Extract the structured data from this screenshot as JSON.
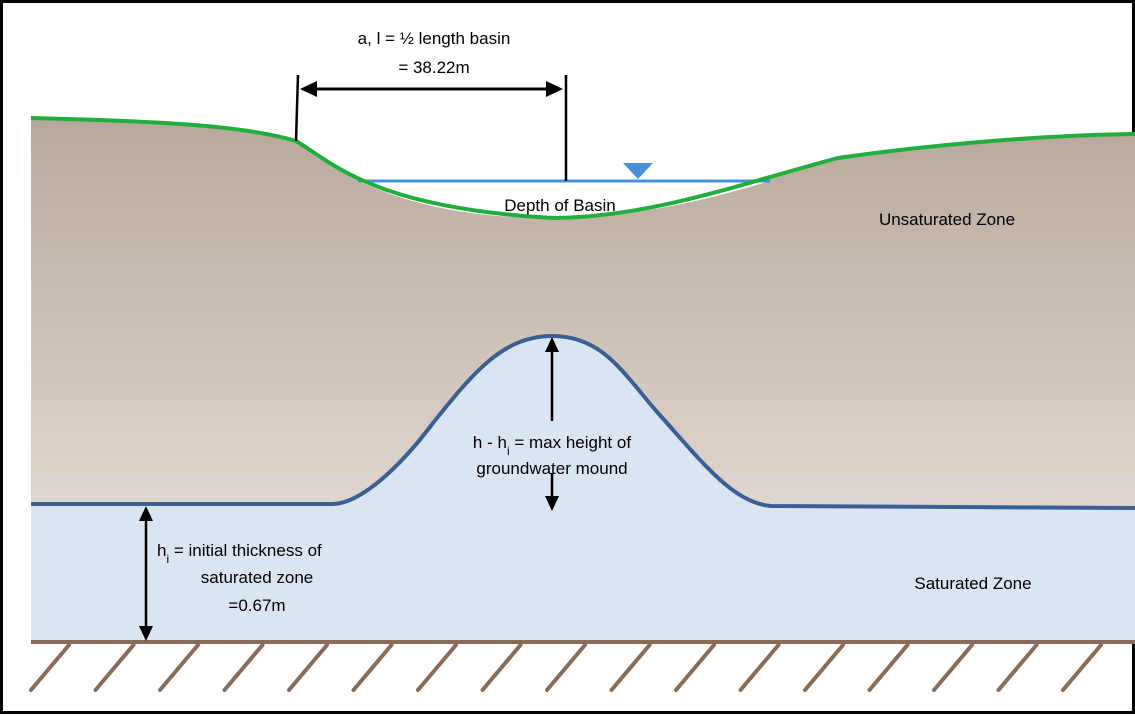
{
  "basin_dimension": {
    "line1": "a, l = ½ length basin",
    "line2": "= 38.22m"
  },
  "basin_depth_label": "Depth of Basin",
  "unsaturated_zone_label": "Unsaturated Zone",
  "saturated_zone_label": "Saturated Zone",
  "mound_height_label": {
    "prefix": "h - h",
    "subscript": "i",
    "suffix": " = max height of",
    "line2": "groundwater mound"
  },
  "initial_thickness_label": {
    "prefix": "h",
    "subscript": "i",
    "suffix": " = initial thickness of",
    "line2": "saturated zone",
    "line3": "=0.67m"
  },
  "colors": {
    "ground_surface": "#1fae3c",
    "water_table": "#3a5f94",
    "water_level": "#4a90d9",
    "saturated_fill": "#dbe5f1",
    "unsaturated_top": "#b8a89b",
    "unsaturated_bottom": "#ece6e1",
    "bedrock": "#8a6b57"
  },
  "icons": {
    "water_level_marker": "inverted-triangle-icon",
    "bedrock_hatching": "hatch-pattern"
  }
}
